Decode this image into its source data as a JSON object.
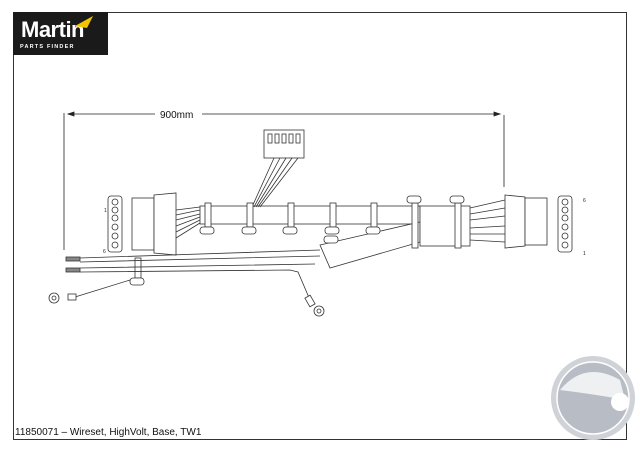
{
  "logo": {
    "brand": "Martin",
    "subtitle": "PARTS FINDER",
    "accent_color": "#f2c500"
  },
  "drawing": {
    "dimension_label": "900mm",
    "connector_left_pin_top": "1",
    "connector_left_pin_bottom": "6",
    "connector_right_pin_top": "6",
    "connector_right_pin_bottom": "1"
  },
  "caption": "11850071 – Wireset, HighVolt, Base, TW1"
}
